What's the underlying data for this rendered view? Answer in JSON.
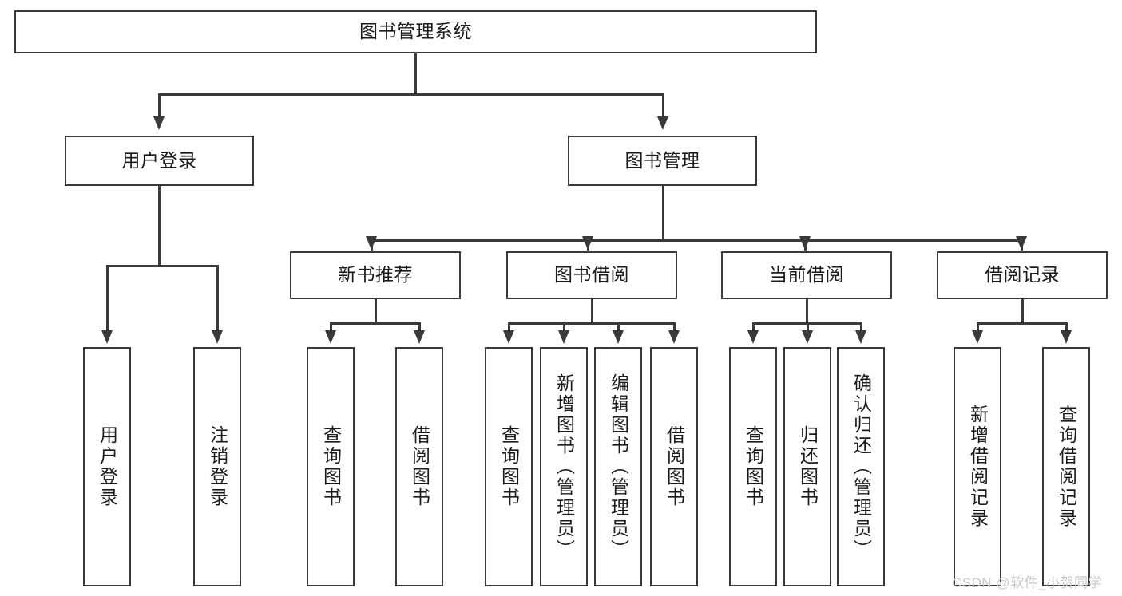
{
  "diagram": {
    "title": "图书管理系统",
    "root": {
      "label": "图书管理系统"
    },
    "level2": [
      {
        "label": "用户登录"
      },
      {
        "label": "图书管理"
      }
    ],
    "level3": [
      {
        "label": "新书推荐"
      },
      {
        "label": "图书借阅"
      },
      {
        "label": "当前借阅"
      },
      {
        "label": "借阅记录"
      }
    ],
    "leaves": {
      "user_login": [
        {
          "label": "用户登录"
        },
        {
          "label": "注销登录"
        }
      ],
      "new_book_recommend": [
        {
          "label": "查询图书"
        },
        {
          "label": "借阅图书"
        }
      ],
      "book_borrow": [
        {
          "label": "查询图书"
        },
        {
          "label": "新增图书（管理员）"
        },
        {
          "label": "编辑图书（管理员）"
        },
        {
          "label": "借阅图书"
        }
      ],
      "current_borrow": [
        {
          "label": "查询图书"
        },
        {
          "label": "归还图书"
        },
        {
          "label": "确认归还（管理员）"
        }
      ],
      "borrow_record": [
        {
          "label": "新增借阅记录"
        },
        {
          "label": "查询借阅记录"
        }
      ]
    }
  },
  "watermark": {
    "text": "CSDN @软件_小贺同学"
  },
  "colors": {
    "line": "#3a3a3a",
    "text": "#1b1b1b",
    "background": "#ffffff",
    "watermark": "#c9c9c9"
  }
}
